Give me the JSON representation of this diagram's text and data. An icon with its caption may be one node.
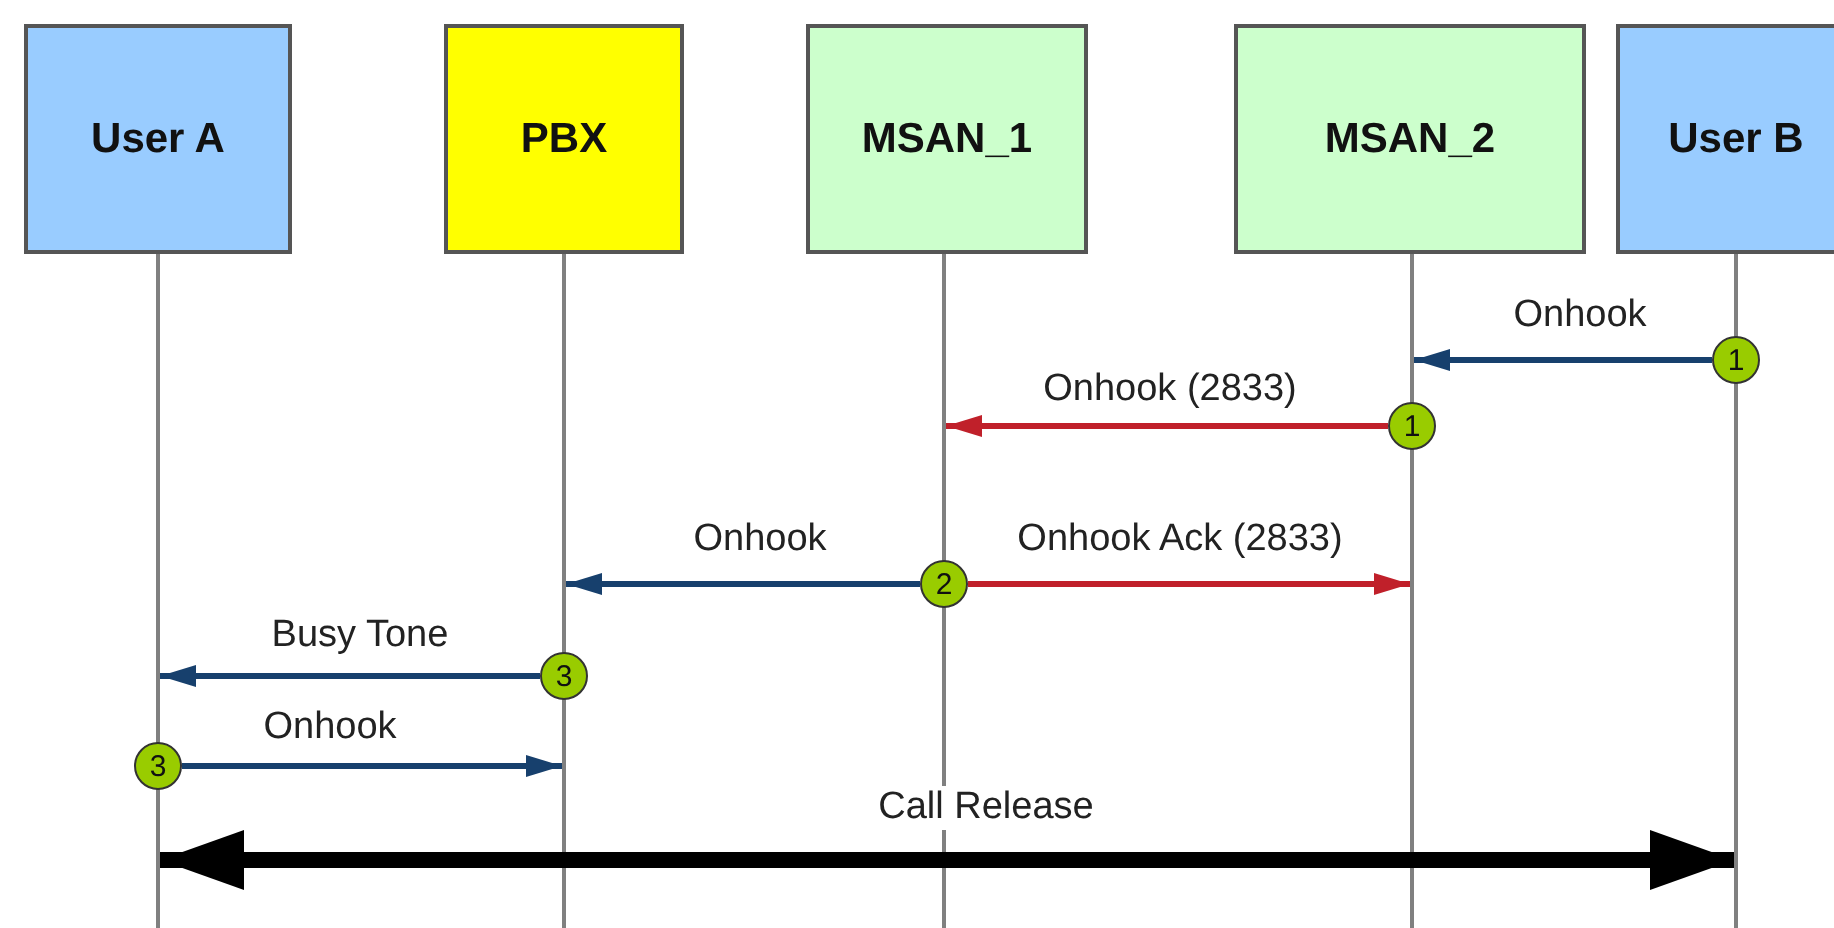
{
  "diagram": {
    "nodes": [
      {
        "text": [
          "User A"
        ]
      },
      {
        "text": [
          "PBX"
        ]
      },
      {
        "text": [
          "MSAN_1"
        ]
      },
      {
        "text": [
          "MSAN_2"
        ]
      },
      {
        "text": [
          "User B"
        ]
      },
      {
        "text": [],
        "shape": "line"
      },
      {
        "text": [],
        "shape": "line"
      },
      {
        "text": [],
        "shape": "line"
      },
      {
        "text": [],
        "shape": "line"
      },
      {
        "text": [],
        "shape": "line"
      },
      {
        "text": [
          "1"
        ]
      },
      {
        "text": [
          "1"
        ]
      },
      {
        "text": [
          "2"
        ]
      },
      {
        "text": [
          "3"
        ]
      },
      {
        "text": [
          "3"
        ]
      }
    ],
    "edges": [
      {
        "from": 10,
        "to": 8,
        "arrow": "to",
        "label": "Onhook"
      },
      {
        "from": 11,
        "to": 7,
        "arrow": "to",
        "label": "Onhook (2833)",
        "color": "#c0202a"
      },
      {
        "from": 12,
        "to": 6,
        "arrow": "to",
        "label": "Onhook"
      },
      {
        "from": 12,
        "to": 8,
        "arrow": "to",
        "label": "Onhook Ack (2833)",
        "color": "#c0202a"
      },
      {
        "from": 13,
        "to": 5,
        "arrow": "to",
        "label": "Busy Tone"
      },
      {
        "from": 14,
        "to": 6,
        "arrow": "to",
        "label": "Onhook"
      },
      {
        "from": 5,
        "to": 9,
        "arrow": "both",
        "label": "Call Release",
        "style": "thick",
        "color": "#000000"
      }
    ]
  }
}
